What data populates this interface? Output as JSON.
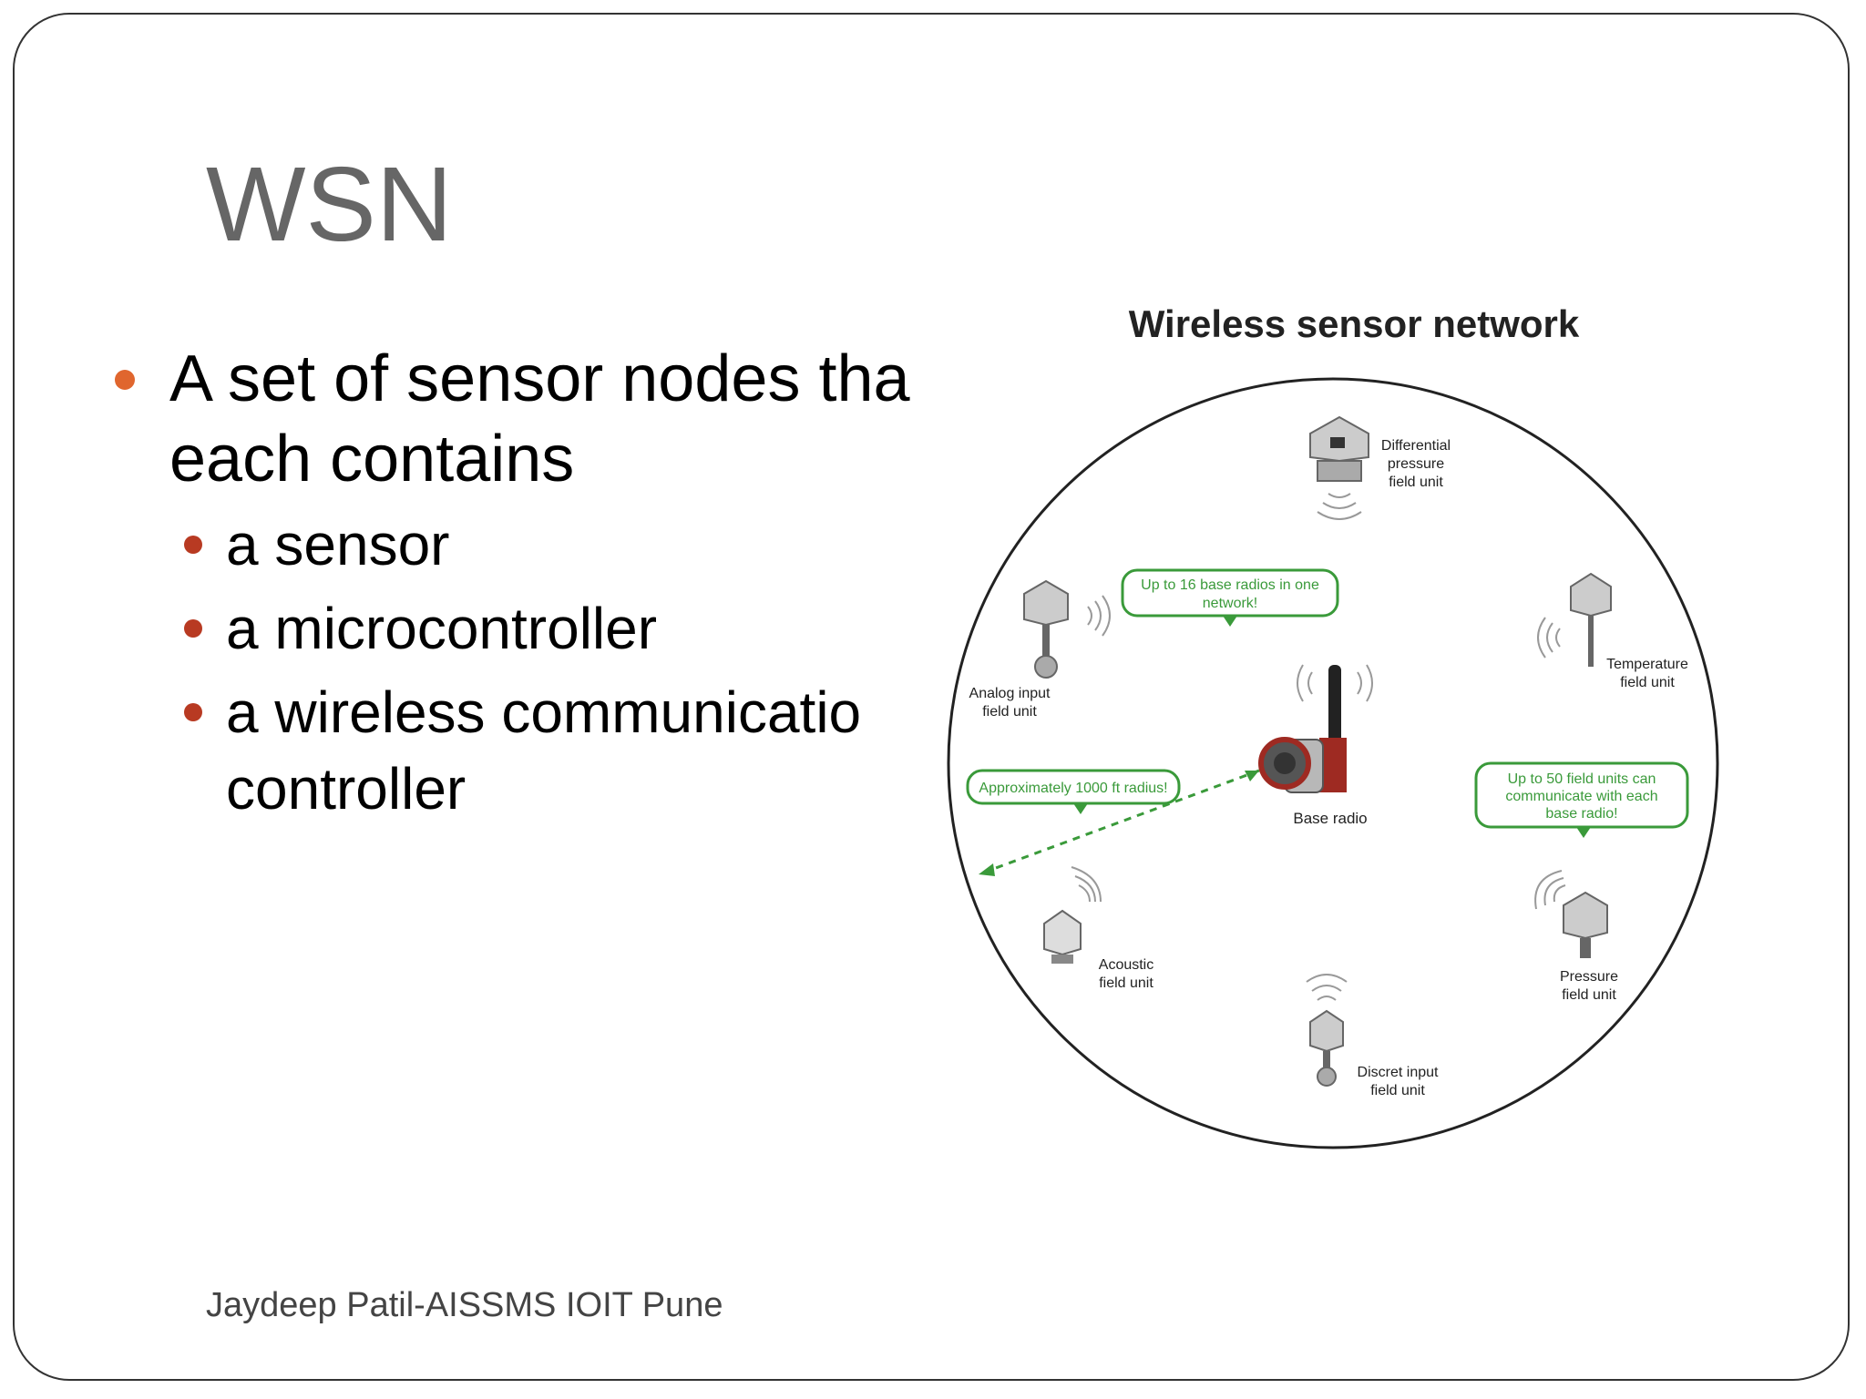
{
  "slide": {
    "title": "WSN",
    "bullet": {
      "line1": "A set of sensor nodes tha",
      "line2": "each contains"
    },
    "sub_bullets": [
      {
        "line1": "a sensor"
      },
      {
        "line1": "a microcontroller"
      },
      {
        "line1": "a wireless communicatio",
        "line2": "controller"
      }
    ],
    "footer": "Jaydeep Patil-AISSMS IOIT Pune"
  },
  "diagram": {
    "title": "Wireless sensor network",
    "units": {
      "differential": [
        "Differential",
        "pressure",
        "field unit"
      ],
      "analog": [
        "Analog input",
        "field unit"
      ],
      "temperature": [
        "Temperature",
        "field unit"
      ],
      "base": [
        "Base radio"
      ],
      "acoustic": [
        "Acoustic",
        "field unit"
      ],
      "pressure": [
        "Pressure",
        "field unit"
      ],
      "discrete": [
        "Discret input",
        "field unit"
      ]
    },
    "callouts": {
      "base_radios": [
        "Up to 16 base radios in one",
        "network!"
      ],
      "radius": [
        "Approximately 1000 ft radius!"
      ],
      "field_units": [
        "Up to 50 field units can",
        "communicate with each",
        "base radio!"
      ]
    }
  },
  "colors": {
    "bullet_l1": "#E0662E",
    "bullet_l2": "#B83A22",
    "callout_green": "#3a9a3a",
    "title_gray": "#666666"
  }
}
